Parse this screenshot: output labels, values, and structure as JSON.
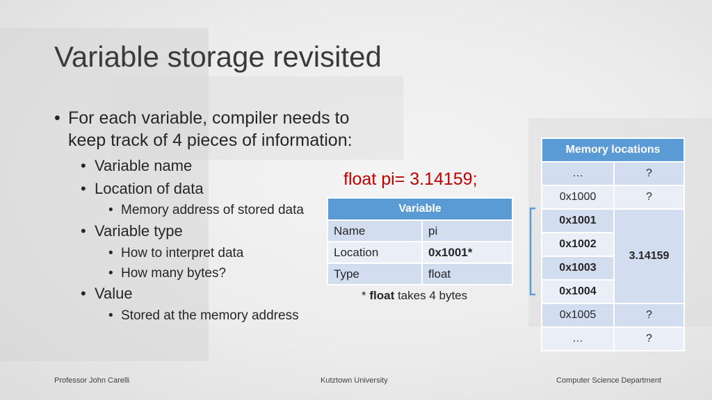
{
  "slide": {
    "title": "Variable storage revisited",
    "code_line": "float pi= 3.14159;",
    "bullets": [
      {
        "level": 1,
        "text_line1": "For each variable, compiler needs to",
        "text_line2": "keep track of 4 pieces of information:"
      },
      {
        "level": 2,
        "text": "Variable name"
      },
      {
        "level": 2,
        "text": "Location of data"
      },
      {
        "level": 3,
        "text": "Memory address of stored data"
      },
      {
        "level": 2,
        "text": "Variable type"
      },
      {
        "level": 3,
        "text": "How to interpret data"
      },
      {
        "level": 3,
        "text": "How many bytes?"
      },
      {
        "level": 2,
        "text": "Value"
      },
      {
        "level": 3,
        "text": "Stored at the memory address"
      }
    ]
  },
  "variable_table": {
    "header": "Variable",
    "rows": [
      {
        "label": "Name",
        "value": "pi",
        "bold": false
      },
      {
        "label": "Location",
        "value": "0x1001*",
        "bold": true
      },
      {
        "label": "Type",
        "value": "float",
        "bold": false
      }
    ],
    "footnote_prefix": "* ",
    "footnote_bold": "float",
    "footnote_rest": " takes 4 bytes"
  },
  "memory_table": {
    "header": "Memory locations",
    "rows": [
      {
        "addr": "…",
        "value": "?"
      },
      {
        "addr": "0x1000",
        "value": "?"
      },
      {
        "addr": "0x1001",
        "value": "3.14159"
      },
      {
        "addr": "0x1002",
        "value": ""
      },
      {
        "addr": "0x1003",
        "value": ""
      },
      {
        "addr": "0x1004",
        "value": ""
      },
      {
        "addr": "0x1005",
        "value": "?"
      },
      {
        "addr": "…",
        "value": "?"
      }
    ]
  },
  "footer": {
    "left": "Professor John Carelli",
    "center": "Kutztown University",
    "right": "Computer Science Department"
  },
  "colors": {
    "accent": "#5b9bd5",
    "code": "#c00000",
    "row_dark": "#d2deef",
    "row_light": "#eaeff7"
  }
}
